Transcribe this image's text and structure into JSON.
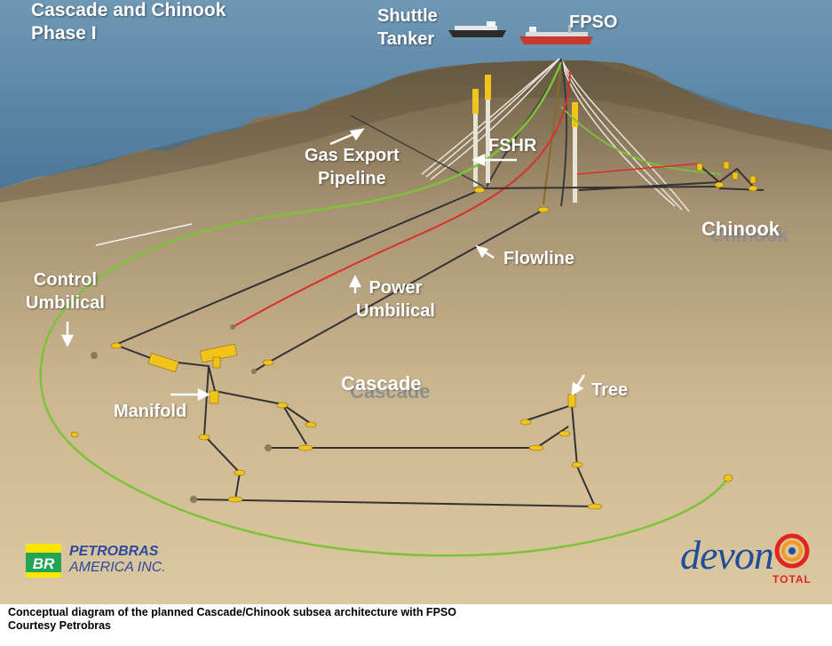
{
  "title": {
    "line1": "Cascade and Chinook",
    "line2": "Phase I"
  },
  "labels": {
    "shuttle_tanker": {
      "line1": "Shuttle",
      "line2": "Tanker"
    },
    "fpso": "FPSO",
    "fshr": "FSHR",
    "gas_export": {
      "line1": "Gas Export",
      "line2": "Pipeline"
    },
    "chinook": "Chinook",
    "flowline": "Flowline",
    "power_umbilical": {
      "line1": "Power",
      "line2": "Umbilical"
    },
    "control_umbilical": {
      "line1": "Control",
      "line2": "Umbilical"
    },
    "cascade": "Cascade",
    "tree": "Tree",
    "manifold": "Manifold"
  },
  "logos": {
    "petrobras": {
      "name": "PETROBRAS",
      "sub": "AMERICA INC.",
      "mark": "BR"
    },
    "devon": "devon",
    "total": "TOTAL"
  },
  "caption": {
    "line1": "Conceptual diagram of the planned Cascade/Chinook subsea architecture with FPSO",
    "line2": "Courtesy Petrobras"
  },
  "colors": {
    "sea": "#2e5f86",
    "seabed": "#cdb790",
    "control_umbilical": "#7cc33a",
    "power_umbilical": "#d9302a",
    "flowline": "#333333",
    "equipment": "#f0c419"
  }
}
